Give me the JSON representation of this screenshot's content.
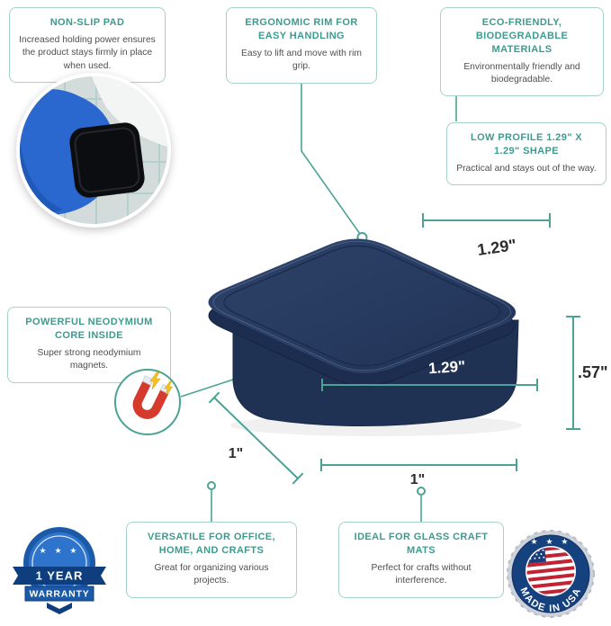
{
  "colors": {
    "accent_teal": "#3d9b8f",
    "border_teal": "#a5d2c9",
    "line_teal": "#4aa394",
    "product_navy": "#263a60",
    "body_text": "#4f4f4f"
  },
  "callouts": {
    "non_slip": {
      "title": "NON-SLIP PAD",
      "body": "Increased holding power ensures the product stays firmly in place when used."
    },
    "ergonomic": {
      "title": "ERGONOMIC RIM FOR EASY HANDLING",
      "body": "Easy to lift and move with rim grip."
    },
    "eco": {
      "title": "ECO-FRIENDLY, BIODEGRADABLE MATERIALS",
      "body": "Environmentally friendly and biodegradable."
    },
    "low_profile": {
      "title": "LOW PROFILE 1.29\" X 1.29\" SHAPE",
      "body": "Practical and stays out of the way."
    },
    "neodymium": {
      "title": "POWERFUL NEODYMIUM CORE INSIDE",
      "body": "Super strong neodymium magnets."
    },
    "versatile": {
      "title": "VERSATILE FOR OFFICE, HOME, AND CRAFTS",
      "body": "Great for organizing various projects."
    },
    "ideal": {
      "title": "IDEAL FOR GLASS CRAFT MATS",
      "body": "Perfect for crafts without interference."
    }
  },
  "dimensions": {
    "top_width": "1.29\"",
    "height": ".57\"",
    "front_width": "1.29\"",
    "depth": "1\"",
    "bottom_width": "1\""
  },
  "badges": {
    "warranty": {
      "stars": "★ ★ ★",
      "line1": "1 YEAR",
      "line2": "WARRANTY"
    },
    "usa": {
      "stars": "★ ★ ★",
      "label": "MADE IN USA"
    }
  }
}
